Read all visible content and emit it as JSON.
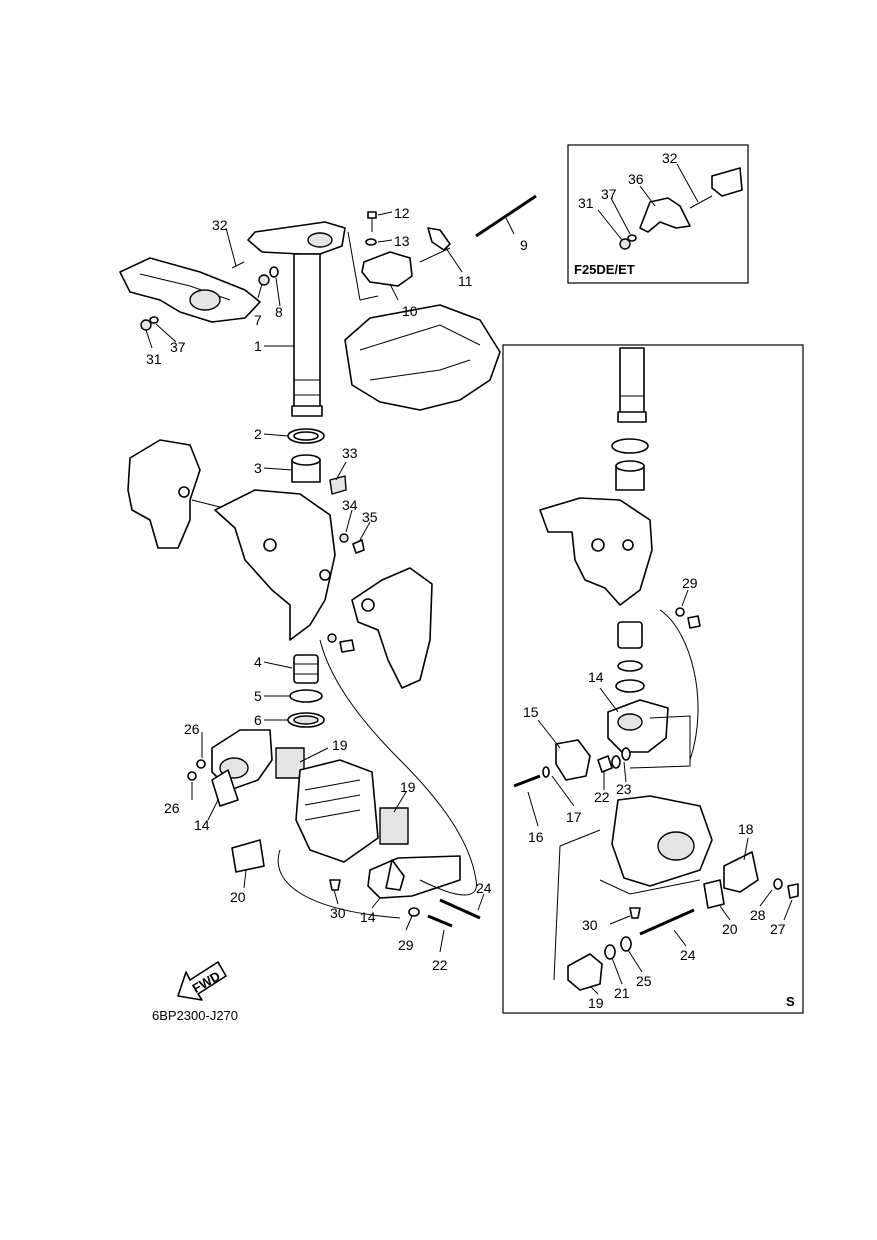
{
  "inset_title": "F25DE/ET",
  "section_mark": "S",
  "diagram_code": "6BP2300-J270",
  "fwd_label": "FWD",
  "labels": {
    "l1": "1",
    "l2": "2",
    "l3": "3",
    "l4": "4",
    "l5": "5",
    "l6": "6",
    "l7": "7",
    "l8": "8",
    "l9": "9",
    "l10": "10",
    "l11": "11",
    "l12": "12",
    "l13": "13",
    "l14a": "14",
    "l14b": "14",
    "l19a": "19",
    "l19b": "19",
    "l20": "20",
    "l22": "22",
    "l24": "24",
    "l26a": "26",
    "l26b": "26",
    "l29": "29",
    "l30": "30",
    "l31": "31",
    "l32": "32",
    "l33": "33",
    "l34": "34",
    "l35": "35",
    "l37": "37",
    "i31": "31",
    "i32": "32",
    "i36": "36",
    "i37": "37",
    "s14": "14",
    "s15": "15",
    "s16": "16",
    "s17": "17",
    "s18": "18",
    "s19": "19",
    "s20": "20",
    "s21": "21",
    "s22": "22",
    "s23": "23",
    "s24": "24",
    "s25": "25",
    "s27": "27",
    "s28": "28",
    "s29": "29",
    "s30": "30"
  }
}
